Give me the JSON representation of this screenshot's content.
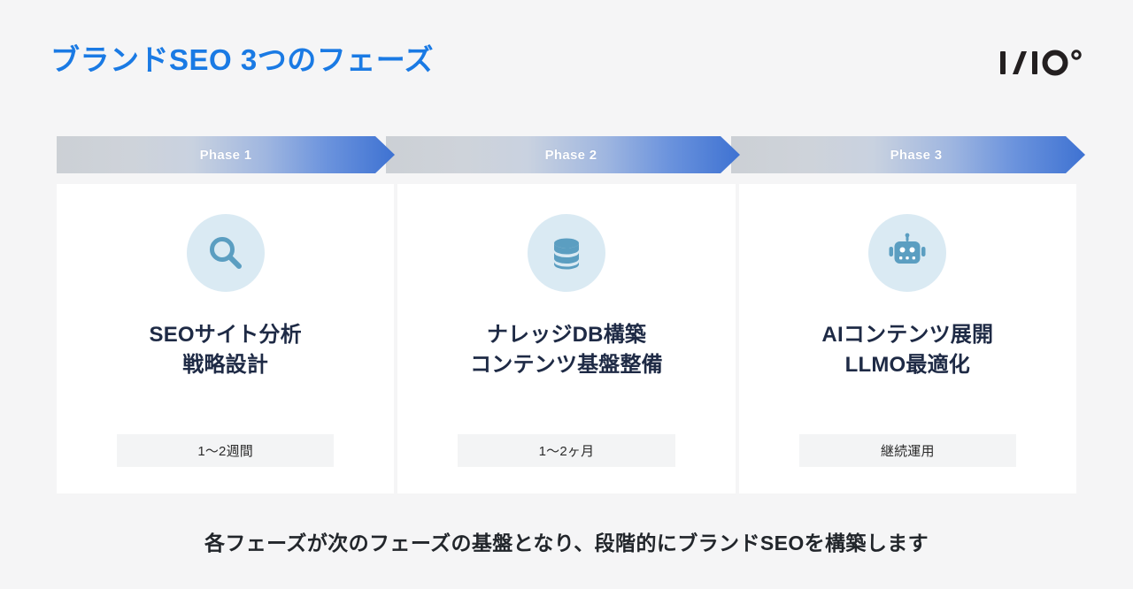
{
  "page": {
    "title": "ブランドSEO 3つのフェーズ",
    "background_color": "#f5f5f6",
    "title_color": "#1a7ae4",
    "footer_note": "各フェーズが次のフェーズの基盤となり、段階的にブランドSEOを構築します"
  },
  "brand": {
    "logo_text": "I/IO°",
    "logo_color": "#231f20"
  },
  "phases": [
    {
      "banner_label": "Phase 1",
      "icon": "search-icon",
      "title": "SEOサイト分析\n戦略設計",
      "duration": "1〜2週間"
    },
    {
      "banner_label": "Phase 2",
      "icon": "database-icon",
      "title": "ナレッジDB構築\nコンテンツ基盤整備",
      "duration": "1〜2ヶ月"
    },
    {
      "banner_label": "Phase 3",
      "icon": "robot-icon",
      "title": "AIコンテンツ展開\nLLMO最適化",
      "duration": "継続運用"
    }
  ],
  "colors": {
    "chevron_start": "#ccd0d5",
    "chevron_end": "#3e72d2",
    "icon_circle_bg": "#daeaf3",
    "icon_fill": "#5b9ec1",
    "card_bg": "#ffffff",
    "badge_bg": "#f3f4f5",
    "card_title": "#1e2a45"
  }
}
